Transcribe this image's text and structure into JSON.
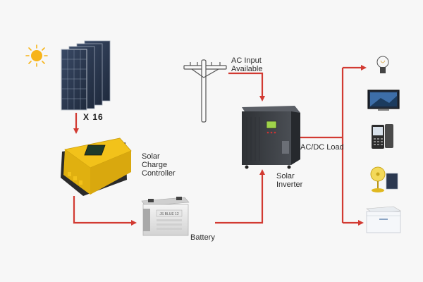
{
  "labels": {
    "panel_count": "X 16",
    "charge_controller": [
      "Solar",
      "Charge",
      "Controller"
    ],
    "ac_input": [
      "AC Input",
      "Available"
    ],
    "inverter": [
      "Solar",
      "Inverter"
    ],
    "battery": "Battery",
    "load": "AC/DC Load",
    "battery_brand": "JS BLUE 12"
  },
  "colors": {
    "arrow": "#d23a32",
    "controller_yellow": "#f2c21a",
    "controller_dark": "#2a2a2a",
    "inverter_body": "#3a3d42",
    "panel_blue": "#2b3850",
    "sun": "#f7b419"
  },
  "icons": [
    "sun-icon",
    "solar-panels-icon",
    "utility-pole-icon",
    "charge-controller-icon",
    "inverter-icon",
    "battery-icon",
    "light-bulb-icon",
    "television-icon",
    "mobile-phone-icon",
    "solar-fan-icon",
    "freezer-icon"
  ]
}
